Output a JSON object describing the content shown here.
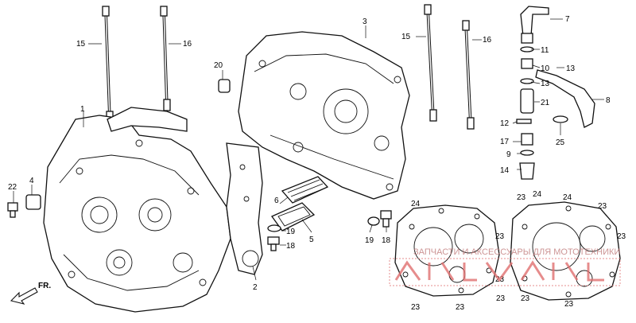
{
  "callouts": [
    {
      "id": "c15a",
      "text": "15"
    },
    {
      "id": "c16a",
      "text": "16"
    },
    {
      "id": "c1",
      "text": "1"
    },
    {
      "id": "c20",
      "text": "20"
    },
    {
      "id": "c3",
      "text": "3"
    },
    {
      "id": "c15b",
      "text": "15"
    },
    {
      "id": "c16b",
      "text": "16"
    },
    {
      "id": "c7",
      "text": "7"
    },
    {
      "id": "c11",
      "text": "11"
    },
    {
      "id": "c10",
      "text": "10"
    },
    {
      "id": "c13a",
      "text": "13"
    },
    {
      "id": "c13b",
      "text": "13"
    },
    {
      "id": "c21",
      "text": "21"
    },
    {
      "id": "c8",
      "text": "8"
    },
    {
      "id": "c12",
      "text": "12"
    },
    {
      "id": "c17",
      "text": "17"
    },
    {
      "id": "c25",
      "text": "25"
    },
    {
      "id": "c9",
      "text": "9"
    },
    {
      "id": "c14",
      "text": "14"
    },
    {
      "id": "c4",
      "text": "4"
    },
    {
      "id": "c22",
      "text": "22"
    },
    {
      "id": "c6",
      "text": "6"
    },
    {
      "id": "c19a",
      "text": "19"
    },
    {
      "id": "c18a",
      "text": "18"
    },
    {
      "id": "c5",
      "text": "5"
    },
    {
      "id": "c19b",
      "text": "19"
    },
    {
      "id": "c18b",
      "text": "18"
    },
    {
      "id": "c2",
      "text": "2"
    },
    {
      "id": "c24a",
      "text": "24"
    },
    {
      "id": "c24b",
      "text": "24"
    },
    {
      "id": "c24c",
      "text": "24"
    },
    {
      "id": "c23a",
      "text": "23"
    },
    {
      "id": "c23b",
      "text": "23"
    },
    {
      "id": "c23c",
      "text": "23"
    },
    {
      "id": "c23d",
      "text": "23"
    },
    {
      "id": "c23e",
      "text": "23"
    },
    {
      "id": "c23f",
      "text": "23"
    },
    {
      "id": "c23g",
      "text": "23"
    },
    {
      "id": "c23h",
      "text": "23"
    },
    {
      "id": "c23i",
      "text": "23"
    },
    {
      "id": "c23j",
      "text": "23"
    }
  ],
  "direction": {
    "label": "FR.",
    "icon": "front-arrow-icon"
  },
  "watermark": {
    "text": "ЗАПЧАСТИ И АКСЕССУАРЫ ДЛЯ МОТОТЕХНИКИ",
    "color": "#e07070"
  }
}
